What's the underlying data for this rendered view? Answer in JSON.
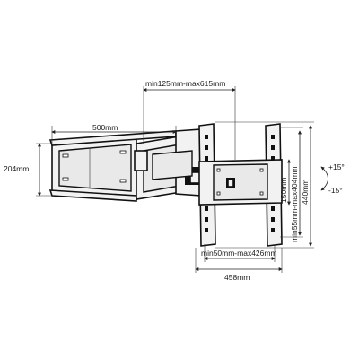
{
  "dimensions": {
    "width_500": "500mm",
    "height_204": "204mm",
    "extension": "min125mm-max615mm",
    "vesa_v150": "150mm",
    "vesa_range": "min55mm-max404mm",
    "height_440": "440mm",
    "vesa_h_range": "min50mm-max426mm",
    "width_458": "458mm",
    "tilt_up": "+15°",
    "tilt_down": "-15°"
  }
}
